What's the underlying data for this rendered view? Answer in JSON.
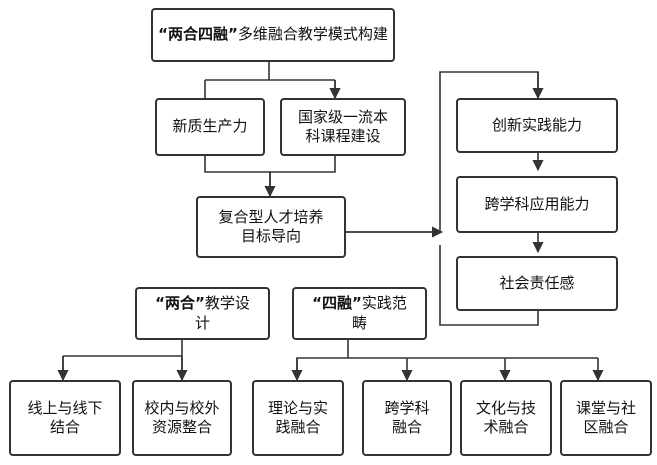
{
  "nodes": {
    "root": {
      "bold": "“两合四融”",
      "rest": "多维融合教学模式构建"
    },
    "new_productivity": {
      "text": "新质生产力"
    },
    "national_course": {
      "text": "国家级一流本科课程建设"
    },
    "talent_goal": {
      "text": "复合型人才培养目标导向"
    },
    "innovation": {
      "text": "创新实践能力"
    },
    "cross_discipline": {
      "text": "跨学科应用能力"
    },
    "social_resp": {
      "text": "社会责任感"
    },
    "two_integration": {
      "bold": "“两合”",
      "rest": "教学设计"
    },
    "four_fusion": {
      "bold": "“四融”",
      "rest": "实践范畴"
    },
    "online_offline": {
      "text": "线上与线下结合"
    },
    "campus_resources": {
      "text": "校内与校外资源整合"
    },
    "theory_practice": {
      "text": "理论与实践融合"
    },
    "cross_fusion": {
      "text": "跨学科融合"
    },
    "culture_tech": {
      "text": "文化与技术融合"
    },
    "class_community": {
      "text": "课堂与社区融合"
    }
  },
  "colors": {
    "border": "#333333",
    "line": "#333333",
    "background": "#ffffff"
  }
}
